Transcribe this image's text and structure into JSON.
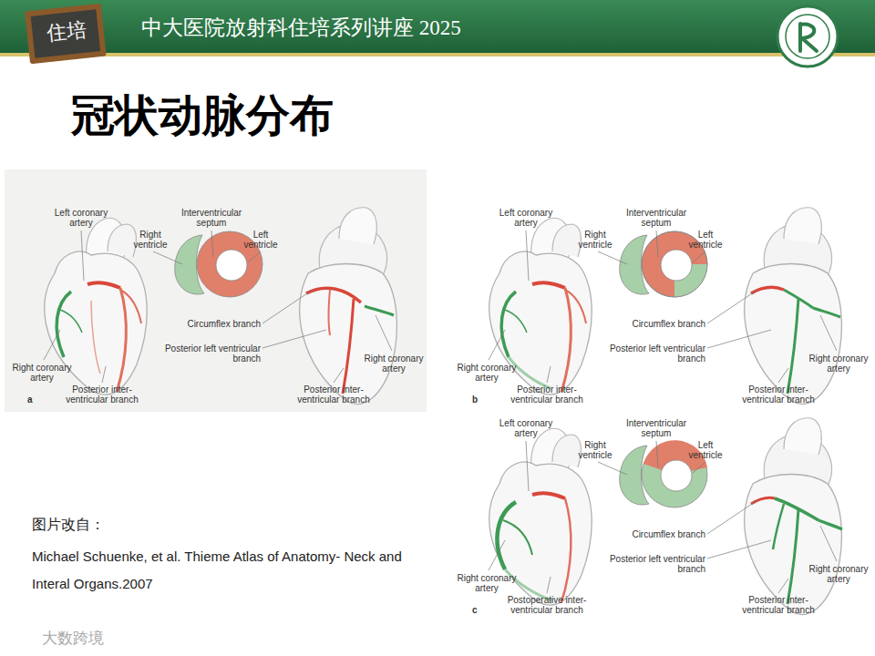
{
  "diagram": {
    "title": "冠状动脉分布",
    "labels": [
      "中大医院放射科住培系列讲座 2025",
      "住培",
      "Left coronary artery",
      "Right ventricle",
      "Interventricular septum",
      "Left ventricle",
      "Right coronary artery",
      "Posterior inter- ventricular branch",
      "Circumflex branch",
      "Posterior left ventricular branch",
      "Right coronary artery",
      "Posterior inter- ventricular branch",
      "a",
      "Left coronary artery",
      "Right ventricle",
      "Interventricular septum",
      "Left ventricle",
      "Right coronary artery",
      "Posterior inter- ventricular branch",
      "Circumflex branch",
      "Posterior left ventricular branch",
      "Right coronary artery",
      "Posterior inter- ventricular branch",
      "b",
      "Left coronary artery",
      "Right ventricle",
      "Interventricular septum",
      "Left ventricle",
      "Right coronary artery",
      "Postoperative inter- ventricular branch",
      "Circumflex branch",
      "Posterior left ventricular branch",
      "Right coronary artery",
      "Posterior inter- ventricular branch",
      "c",
      "图片改自：",
      "Michael Schuenke, et al. Thieme Atlas of Anatomy- Neck and Interal Organs.2007",
      "大数跨境"
    ]
  }
}
